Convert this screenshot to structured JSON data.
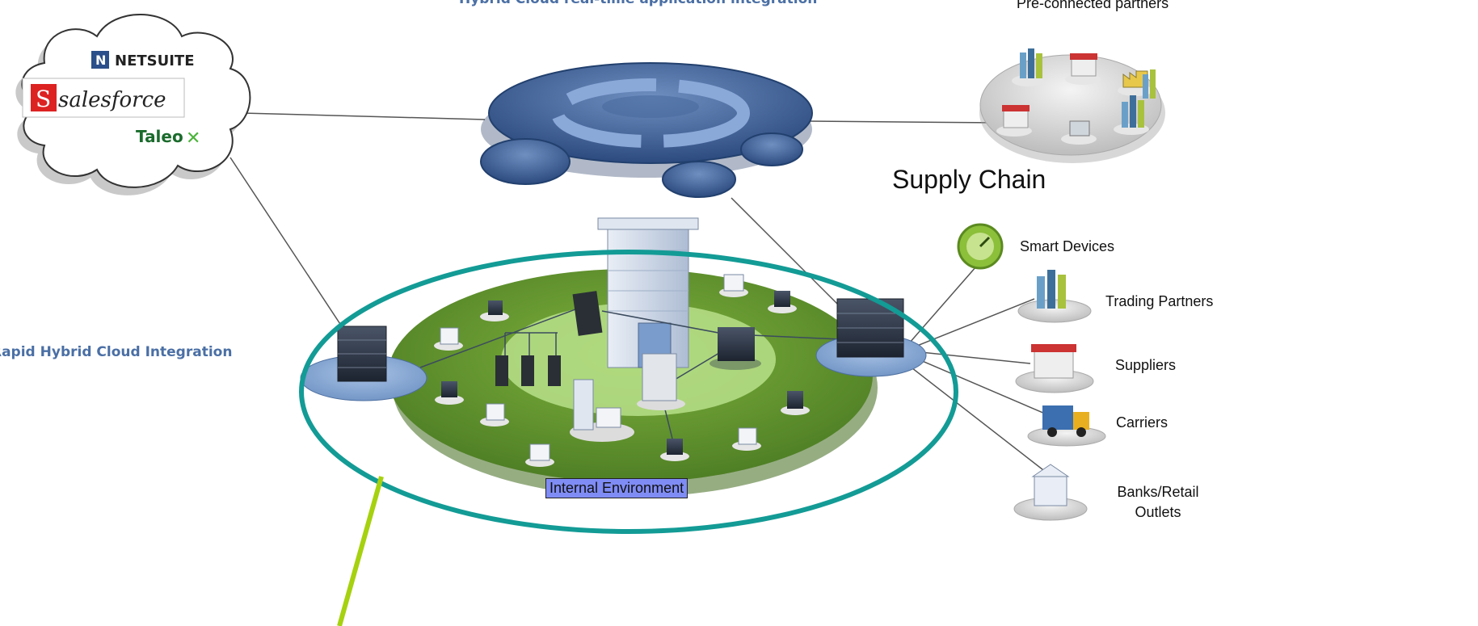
{
  "header_title": "Hybrid Cloud real-time application integration",
  "side_title": "Rapid Hybrid Cloud Integration",
  "cloud_apps": {
    "netsuite": "NETSUITE",
    "salesforce": "salesforce",
    "taleo": "Taleo"
  },
  "pre_connected_label": "Pre-connected partners",
  "supply_chain_label": "Supply Chain",
  "internal_label": "Internal Environment",
  "endpoints": [
    "Smart Devices",
    "Trading Partners",
    "Suppliers",
    "Carriers",
    "Banks/Retail Outlets"
  ],
  "colors": {
    "accent_blue": "#4a6fa5",
    "teal_ring": "#139b96",
    "green_platform": "#5a8a2c",
    "internal_box": "#7f8cf5",
    "lime_line": "#a6d10f"
  }
}
